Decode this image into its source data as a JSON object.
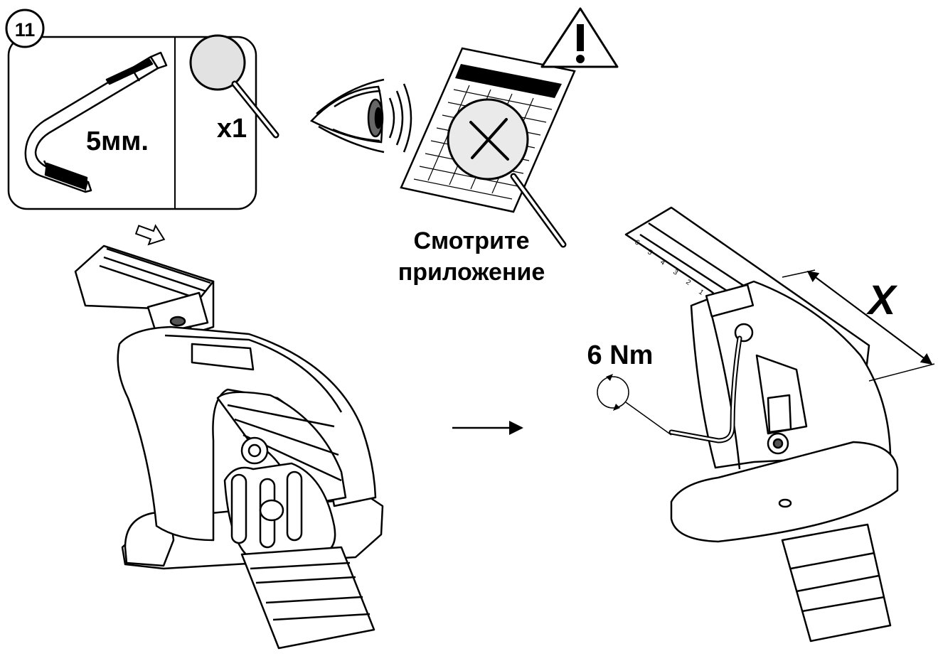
{
  "step": {
    "number": "11"
  },
  "tools": {
    "hex_key_size": "5мм.",
    "quantity": "x1"
  },
  "note": {
    "line1": "Смотрите",
    "line2": "приложение"
  },
  "torque": {
    "value": "6 Nm"
  },
  "measure": {
    "label": "X"
  },
  "icons": {
    "warning": "warning-triangle-icon",
    "magnifier": "magnifier-icon",
    "eye": "eye-icon",
    "arrow": "arrow-right-icon",
    "rotate": "rotate-icon"
  }
}
